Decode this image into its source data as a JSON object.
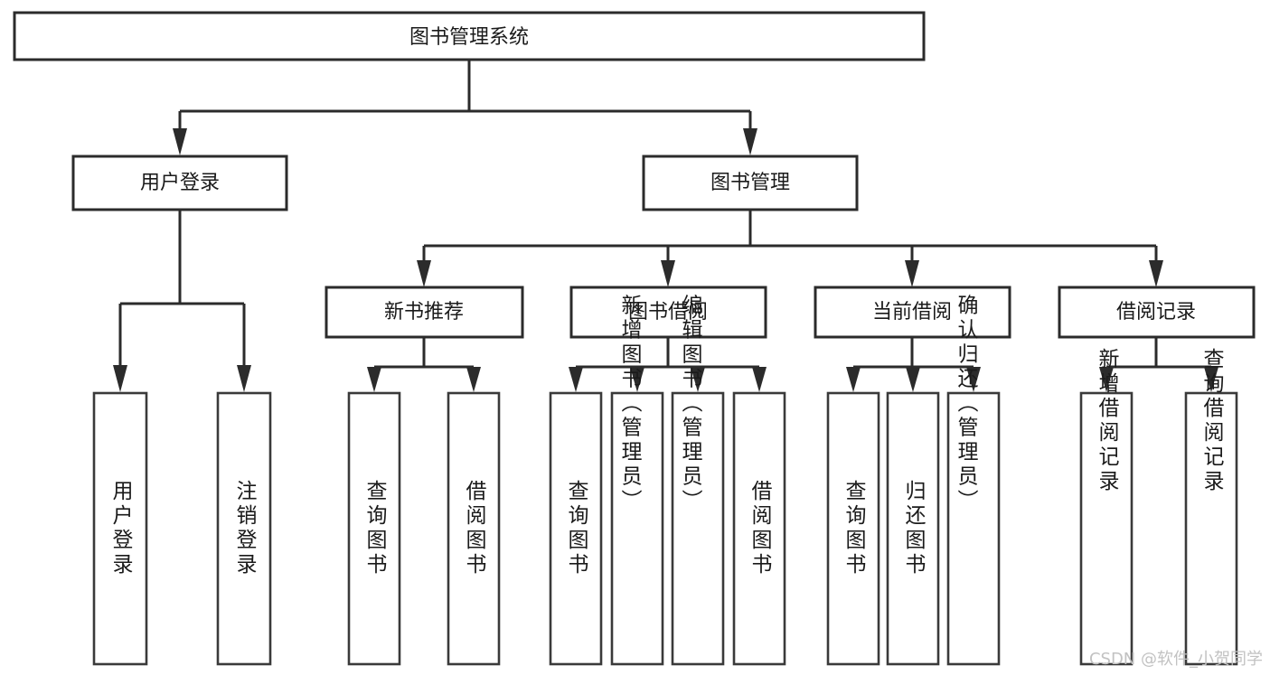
{
  "diagram": {
    "type": "tree",
    "title": "图书管理系统",
    "root": {
      "label": "图书管理系统",
      "level": 0
    },
    "level1": [
      {
        "label": "用户登录"
      },
      {
        "label": "图书管理"
      }
    ],
    "level2": [
      {
        "label": "新书推荐",
        "parent": "图书管理"
      },
      {
        "label": "图书借阅",
        "parent": "图书管理"
      },
      {
        "label": "当前借阅",
        "parent": "图书管理"
      },
      {
        "label": "借阅记录",
        "parent": "图书管理"
      }
    ],
    "leaves": {
      "user_login": [
        {
          "label": "用户登录"
        },
        {
          "label": "注销登录"
        }
      ],
      "new_book_recommend": [
        {
          "label": "查询图书"
        },
        {
          "label": "借阅图书"
        }
      ],
      "book_borrow": [
        {
          "label": "查询图书"
        },
        {
          "label": "新增图书（管理员）"
        },
        {
          "label": "编辑图书（管理员）"
        },
        {
          "label": "借阅图书"
        }
      ],
      "current_borrow": [
        {
          "label": "查询图书"
        },
        {
          "label": "归还图书"
        },
        {
          "label": "确认归还（管理员）"
        }
      ],
      "borrow_record": [
        {
          "label": "新增借阅记录"
        },
        {
          "label": "查询借阅记录"
        }
      ]
    }
  },
  "watermark": {
    "text": "CSDN @软件_小贺同学"
  },
  "colors": {
    "background": "#ffffff",
    "stroke": "#2b2b2b",
    "text": "#1a1a1a",
    "watermark": "#c2c2c2"
  }
}
